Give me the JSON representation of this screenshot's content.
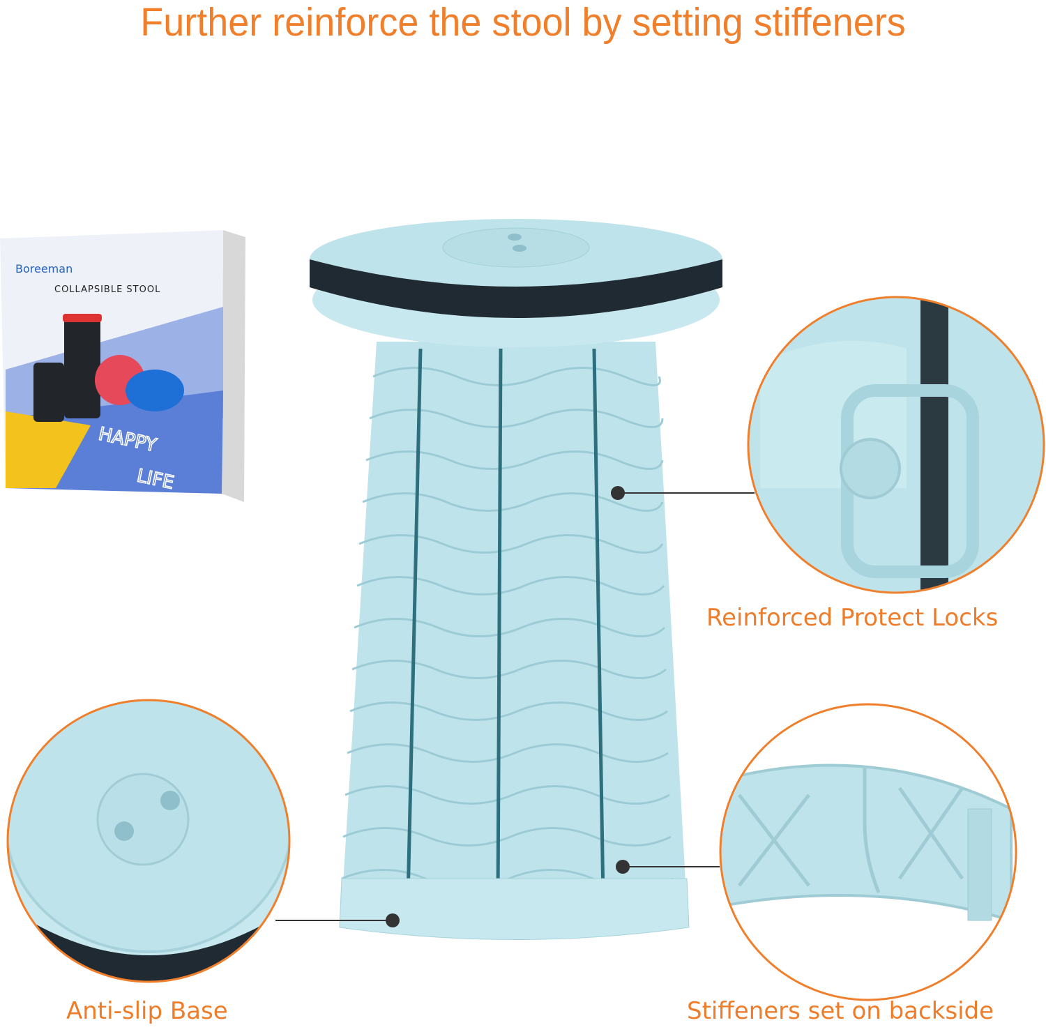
{
  "title": "Further reinforce the stool by setting stiffeners",
  "box": {
    "brand": "Boreeman",
    "product": "COLLAPSIBLE STOOL",
    "slogan": "HAPPY LIFE"
  },
  "callouts": [
    {
      "label": "Reinforced Protect Locks"
    },
    {
      "label": "Anti-slip Base"
    },
    {
      "label": "Stiffeners set on backside"
    }
  ],
  "colors": {
    "accent": "#f07f2c",
    "stool": "#bfe3ea",
    "strap": "#1f2a33",
    "box_blue": "#5b7fd6",
    "box_yellow": "#f3c21c"
  }
}
